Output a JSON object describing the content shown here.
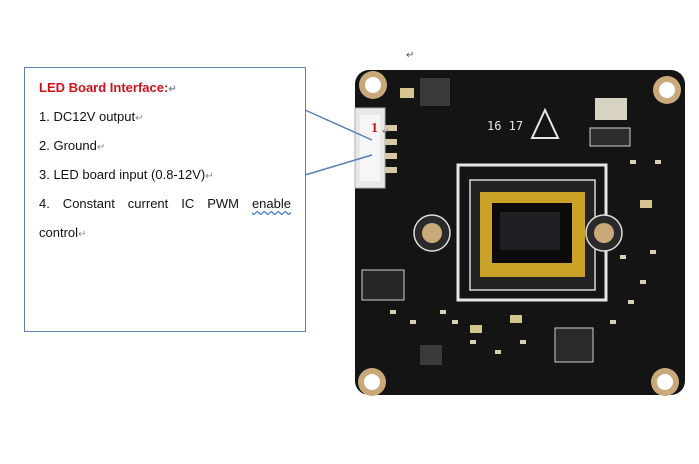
{
  "callout": {
    "title": "LED Board Interface:",
    "items": [
      "1. DC12V output",
      "2. Ground",
      "3. LED board input (0.8-12V)",
      "4.  Constant current IC PWM enable",
      "control"
    ],
    "squiggle_word": "enable"
  },
  "board": {
    "pin_label": "1",
    "silkscreen_text": "16 17",
    "paragraph_mark": "↵"
  }
}
